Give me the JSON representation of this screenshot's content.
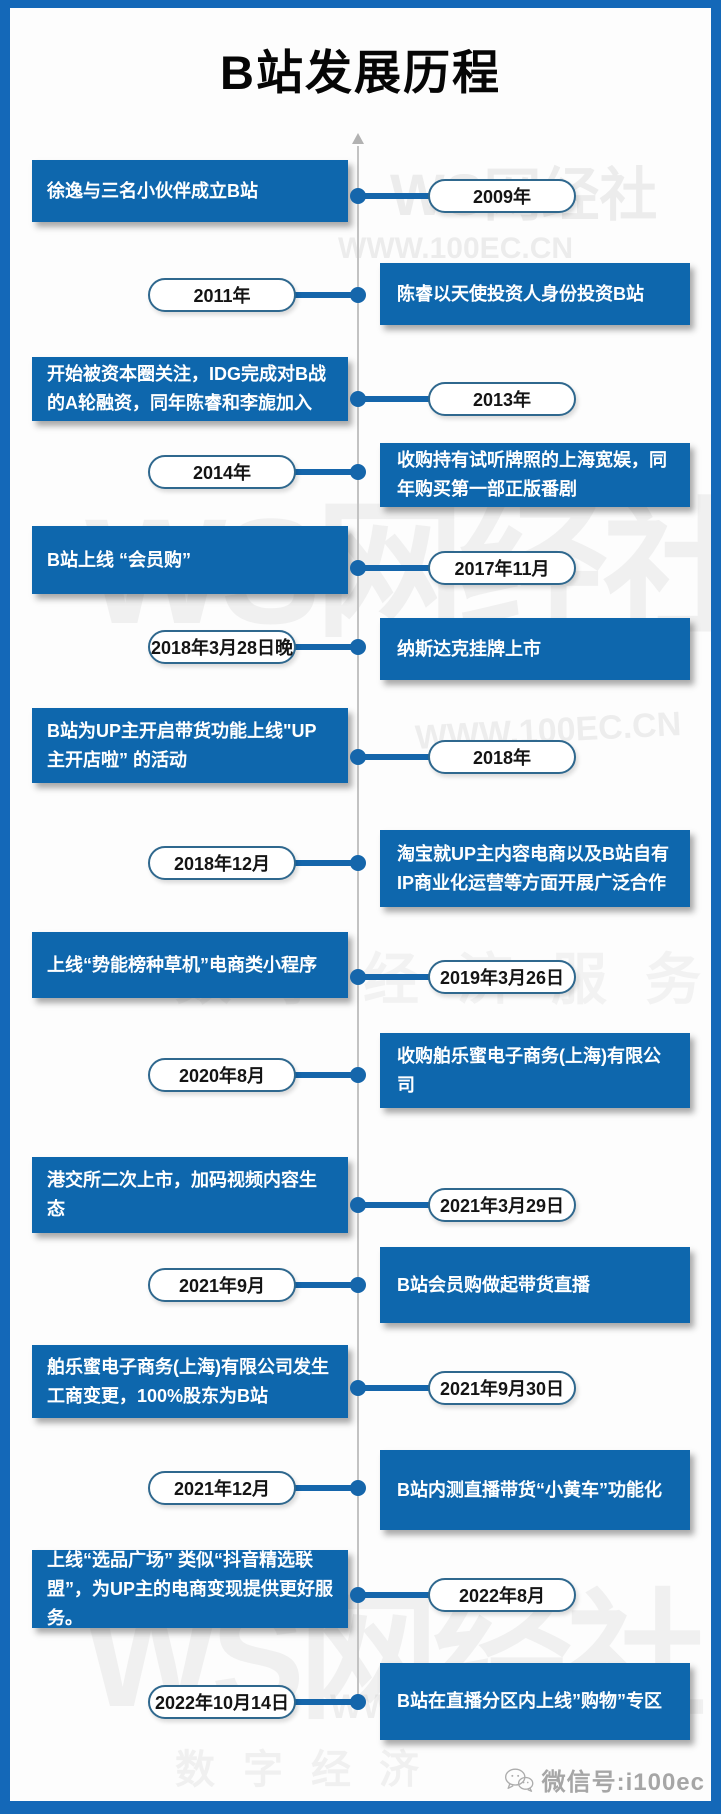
{
  "title": "B站发展历程",
  "timeline": {
    "items": [
      {
        "side": "left",
        "year": "2009年",
        "text": "徐逸与三名小伙伴成立B站"
      },
      {
        "side": "right",
        "year": "2011年",
        "text": "陈睿以天使投资人身份投资B站"
      },
      {
        "side": "left",
        "year": "2013年",
        "text": "开始被资本圈关注，IDG完成对B战的A轮融资，同年陈睿和李旎加入"
      },
      {
        "side": "right",
        "year": "2014年",
        "text": "收购持有试听牌照的上海宽娱，同年购买第一部正版番剧"
      },
      {
        "side": "left",
        "year": "2017年11月",
        "text": "B站上线 “会员购”"
      },
      {
        "side": "right",
        "year": "2018年3月28日晚",
        "text": "纳斯达克挂牌上市"
      },
      {
        "side": "left",
        "year": "2018年",
        "text": "B站为UP主开启带货功能上线\"UP主开店啦” 的活动"
      },
      {
        "side": "right",
        "year": "2018年12月",
        "text": "淘宝就UP主内容电商以及B站自有IP商业化运营等方面开展广泛合作"
      },
      {
        "side": "left",
        "year": "2019年3月26日",
        "text": "上线“势能榜种草机”电商类小程序"
      },
      {
        "side": "right",
        "year": "2020年8月",
        "text": "收购舶乐蜜电子商务(上海)有限公司"
      },
      {
        "side": "left",
        "year": "2021年3月29日",
        "text": "港交所二次上市，加码视频内容生态"
      },
      {
        "side": "right",
        "year": "2021年9月",
        "text": "B站会员购做起带货直播"
      },
      {
        "side": "left",
        "year": "2021年9月30日",
        "text": "舶乐蜜电子商务(上海)有限公司发生工商变更，100%股东为B站"
      },
      {
        "side": "right",
        "year": "2021年12月",
        "text": "B站内测直播带货“小黄车”功能化"
      },
      {
        "side": "left",
        "year": "2022年8月",
        "text": "上线“选品广场” 类似“抖音精选联盟”，为UP主的电商变现提供更好服务。"
      },
      {
        "side": "right",
        "year": "2022年10月14日",
        "text": "B站在直播分区内上线”购物”专区"
      }
    ]
  },
  "watermark": {
    "brand": "WS网经社",
    "url": "WWW.100EC.CN",
    "url_short": "WWW.",
    "slogan": "数字经济",
    "slogan_long": "数字经济服务"
  },
  "footer": {
    "wechat_label": "微信号:i100ec"
  },
  "colors": {
    "frame": "#1468b8",
    "event_box": "#0e67ad",
    "connector": "#1566ab",
    "pill_border": "#2f688e",
    "axis_line": "#c3c3c3",
    "footer_text": "#a6a6a6"
  }
}
